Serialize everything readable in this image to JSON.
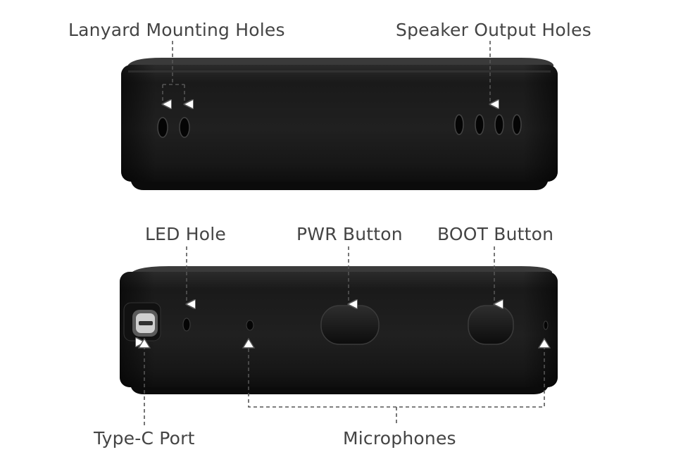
{
  "callouts": {
    "lanyard": "Lanyard Mounting Holes",
    "speaker": "Speaker Output Holes",
    "led": "LED Hole",
    "pwr": "PWR Button",
    "boot": "BOOT Button",
    "typec": "Type-C Port",
    "microphones": "Microphones"
  },
  "colors": {
    "device_body": "#1c1c1c",
    "device_band_top": "#3a3a3a",
    "callout_line": "#555555",
    "label_text": "#444444",
    "background": "#ffffff"
  }
}
